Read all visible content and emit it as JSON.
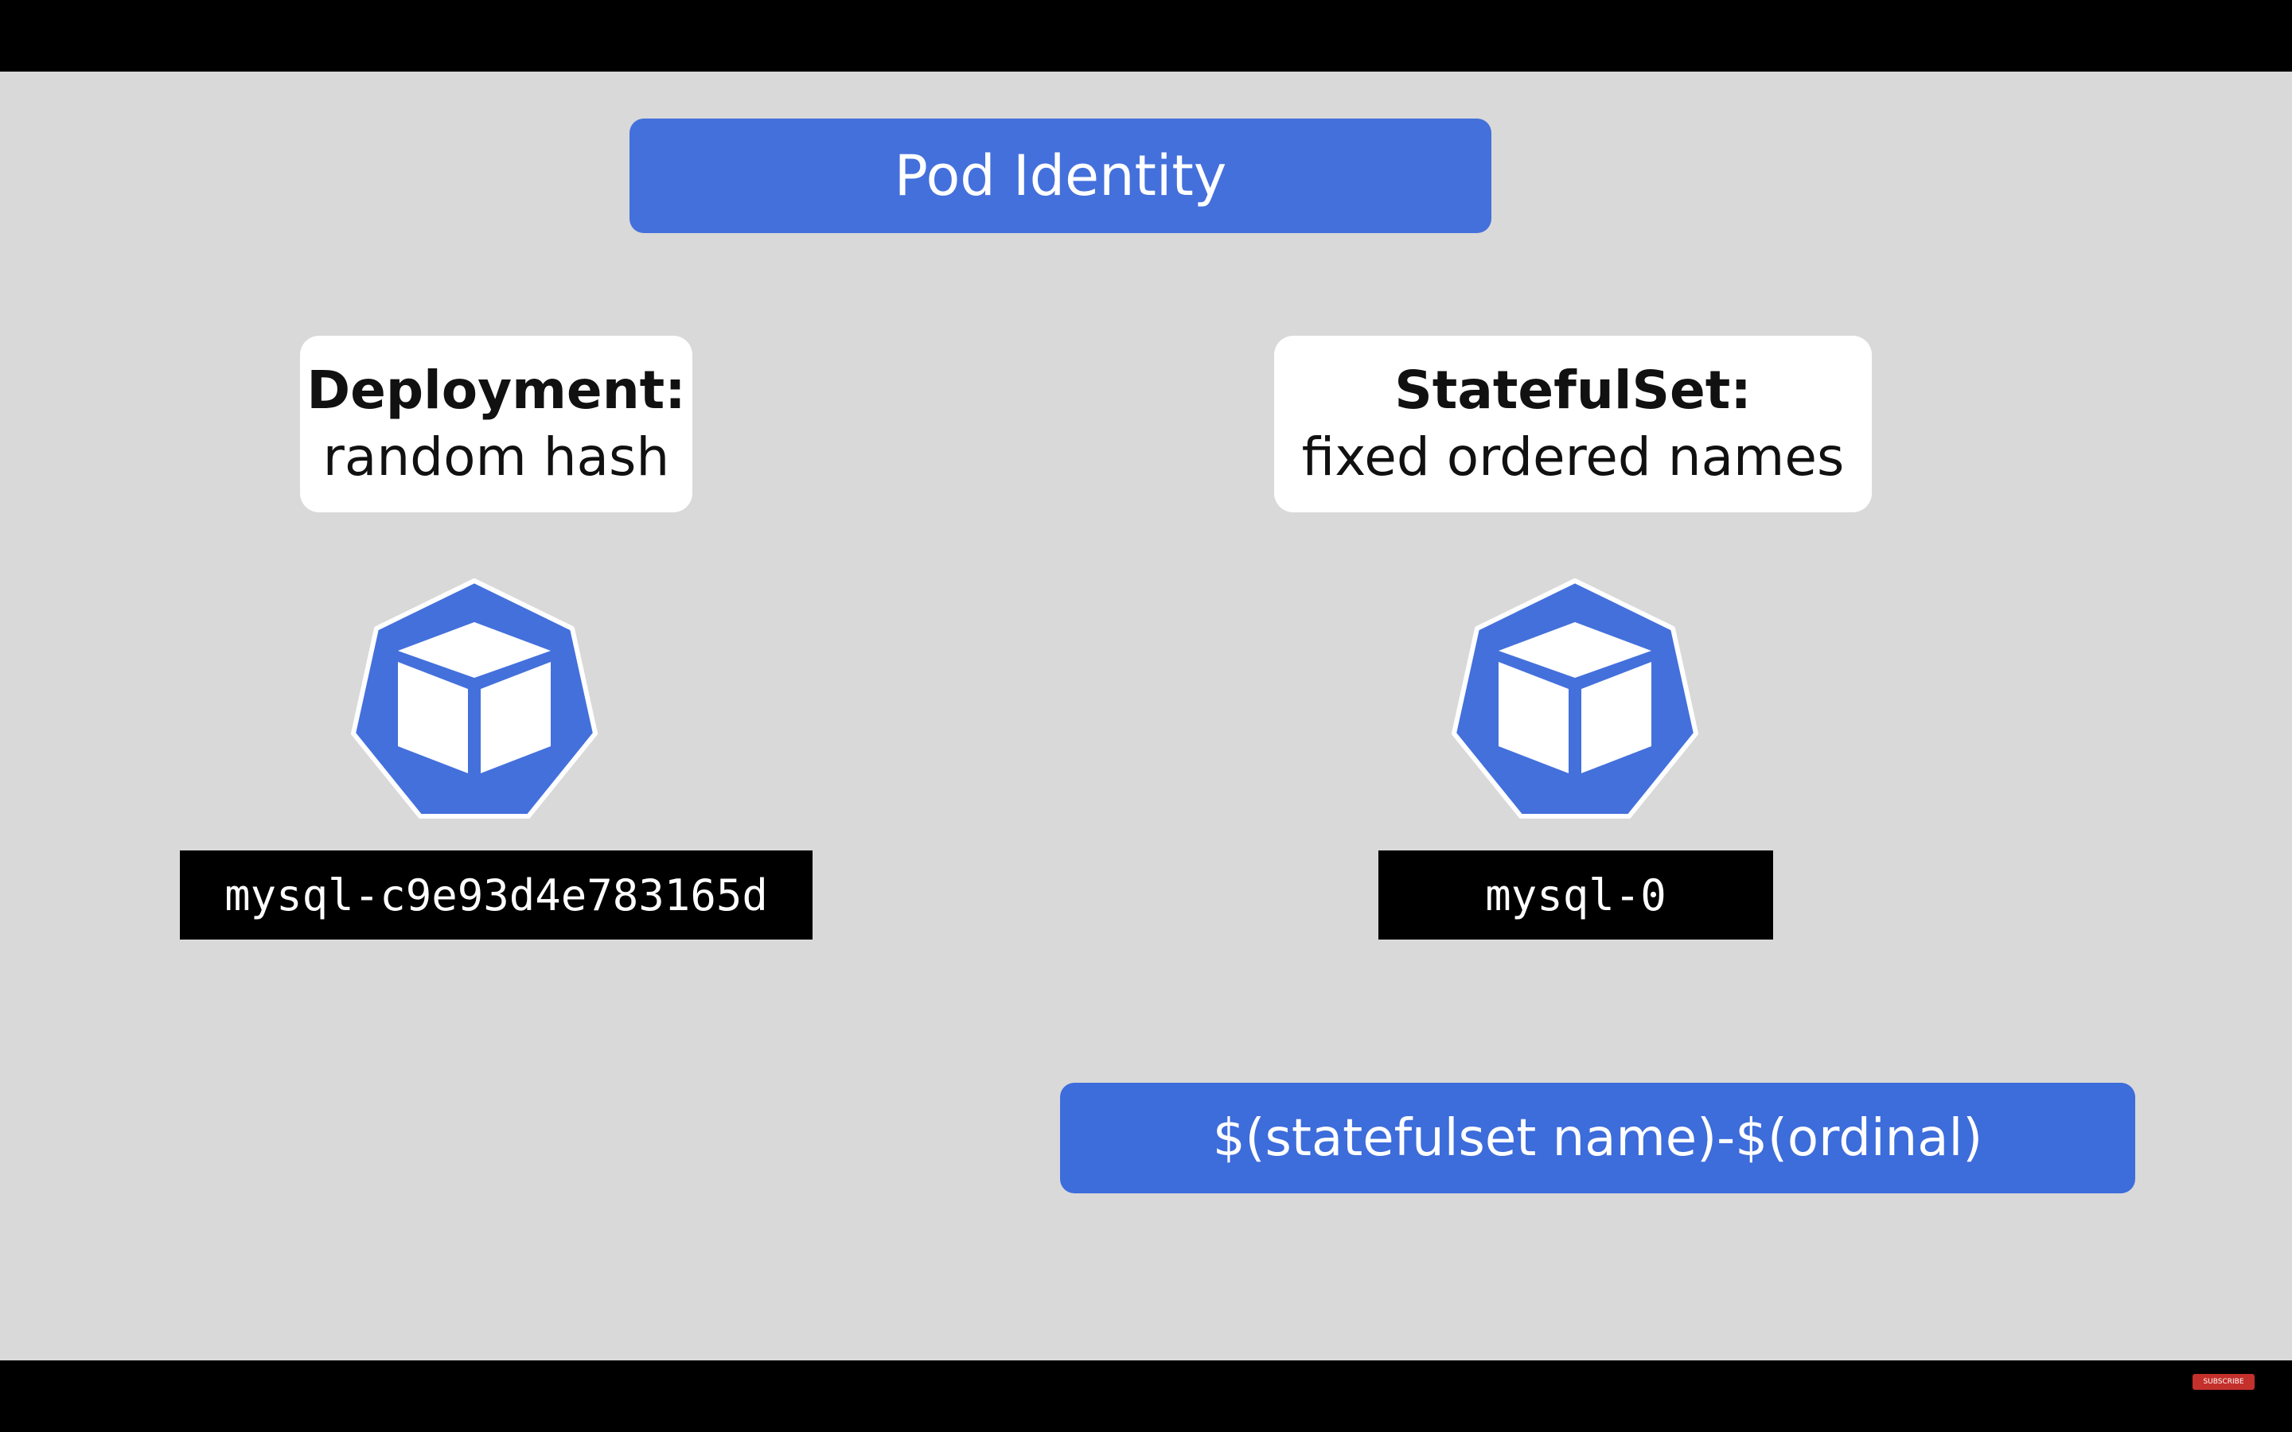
{
  "title": "Pod Identity",
  "colors": {
    "accent_blue": "#4470dc",
    "slide_bg": "#d9d9d9",
    "letterbox": "#000000",
    "card_bg": "#ffffff",
    "name_bg": "#000000"
  },
  "deployment": {
    "heading": "Deployment:",
    "description": "random hash",
    "icon": "kubernetes-pod-icon",
    "pod_name": "mysql-c9e93d4e783165d"
  },
  "statefulset": {
    "heading": "StatefulSet:",
    "description": "fixed ordered names",
    "icon": "kubernetes-pod-icon",
    "pod_name": "mysql-0"
  },
  "formula": "$(statefulset name)-$(ordinal)",
  "subscribe_badge": "SUBSCRIBE"
}
